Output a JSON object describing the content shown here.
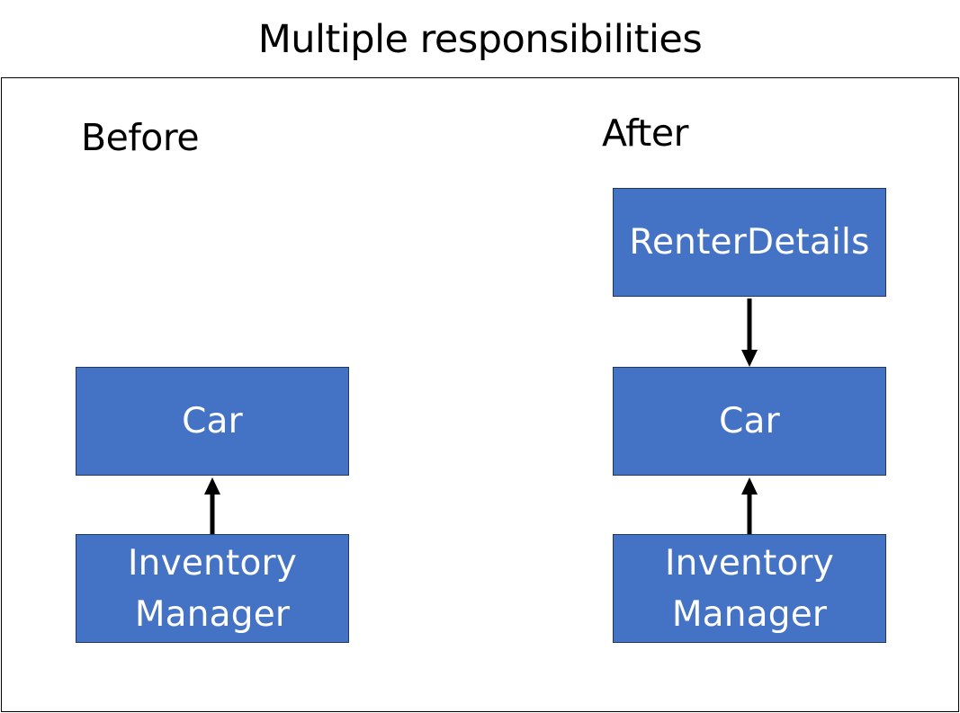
{
  "title": "Multiple responsibilities",
  "colors": {
    "box_fill": "#4472c4",
    "box_text": "#ffffff",
    "arrow": "#000000"
  },
  "before": {
    "heading": "Before",
    "boxes": {
      "car": "Car",
      "inventory_manager": "Inventory\nManager"
    }
  },
  "after": {
    "heading": "After",
    "boxes": {
      "renter_details": "RenterDetails",
      "car": "Car",
      "inventory_manager": "Inventory\nManager"
    }
  }
}
